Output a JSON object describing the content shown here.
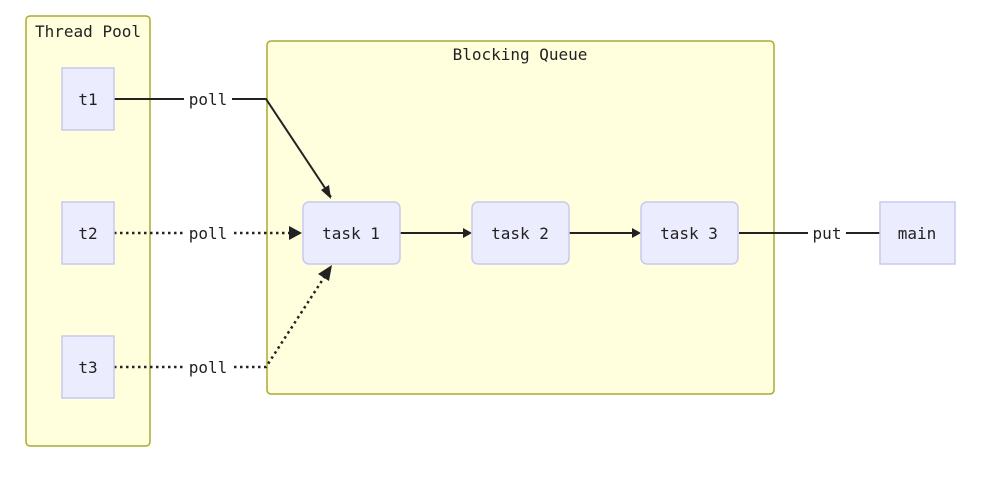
{
  "diagram": {
    "clusters": {
      "thread_pool": {
        "title": "Thread Pool"
      },
      "blocking_queue": {
        "title": "Blocking Queue"
      }
    },
    "nodes": {
      "t1": {
        "label": "t1"
      },
      "t2": {
        "label": "t2"
      },
      "t3": {
        "label": "t3"
      },
      "task1": {
        "label": "task 1"
      },
      "task2": {
        "label": "task 2"
      },
      "task3": {
        "label": "task 3"
      },
      "main": {
        "label": "main"
      }
    },
    "edges": [
      {
        "from": "t1",
        "to": "task1",
        "label": "poll",
        "style": "solid"
      },
      {
        "from": "t2",
        "to": "task1",
        "label": "poll",
        "style": "dotted"
      },
      {
        "from": "t3",
        "to": "task1",
        "label": "poll",
        "style": "dotted"
      },
      {
        "from": "task1",
        "to": "task2",
        "label": "",
        "style": "solid"
      },
      {
        "from": "task2",
        "to": "task3",
        "label": "",
        "style": "solid"
      },
      {
        "from": "main",
        "to": "task3",
        "label": "put",
        "style": "solid"
      }
    ],
    "colors": {
      "cluster_fill": "#ffffde",
      "cluster_stroke": "#aaaa33",
      "node_fill": "#ececff",
      "node_stroke": "#c9c9ef",
      "edge": "#222222"
    }
  }
}
